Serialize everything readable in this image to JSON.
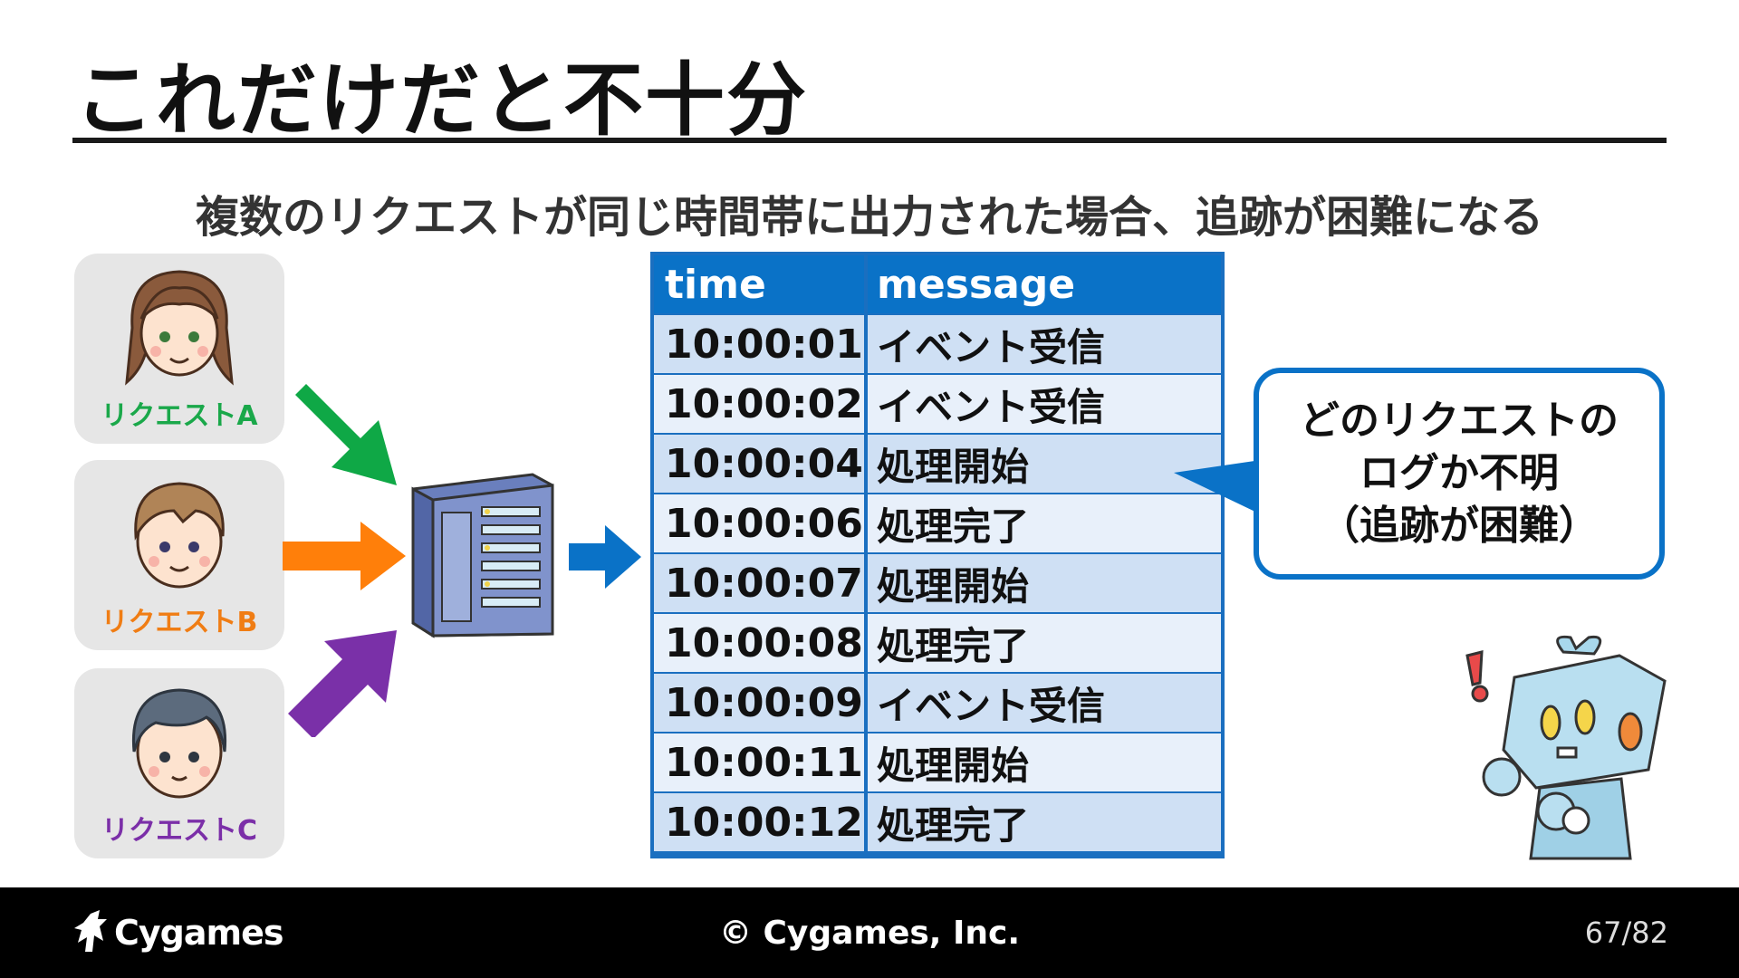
{
  "slide": {
    "title": "これだけだと不十分",
    "subtitle": "複数のリクエストが同じ時間帯に出力された場合、追跡が困難になる"
  },
  "requests": [
    {
      "label": "リクエストA",
      "color": "#1aa84a"
    },
    {
      "label": "リクエストB",
      "color": "#f07d14"
    },
    {
      "label": "リクエストC",
      "color": "#7b2fa8"
    }
  ],
  "arrow_colors": {
    "a": "#0fa846",
    "b": "#ff7f0a",
    "c": "#7a30a8",
    "out": "#0a72c7"
  },
  "log_table": {
    "headers": {
      "time": "time",
      "message": "message"
    },
    "rows": [
      {
        "time": "10:00:01",
        "message": "イベント受信"
      },
      {
        "time": "10:00:02",
        "message": "イベント受信"
      },
      {
        "time": "10:00:04",
        "message": "処理開始"
      },
      {
        "time": "10:00:06",
        "message": "処理完了"
      },
      {
        "time": "10:00:07",
        "message": "処理開始"
      },
      {
        "time": "10:00:08",
        "message": "処理完了"
      },
      {
        "time": "10:00:09",
        "message": "イベント受信"
      },
      {
        "time": "10:00:11",
        "message": "処理開始"
      },
      {
        "time": "10:00:12",
        "message": "処理完了"
      }
    ]
  },
  "bubble": {
    "line1": "どのリクエストの",
    "line2": "ログか不明",
    "line3": "（追跡が困難）"
  },
  "footer": {
    "logo_text": "Cygames",
    "copyright": "© Cygames, Inc.",
    "page": "67/82"
  }
}
